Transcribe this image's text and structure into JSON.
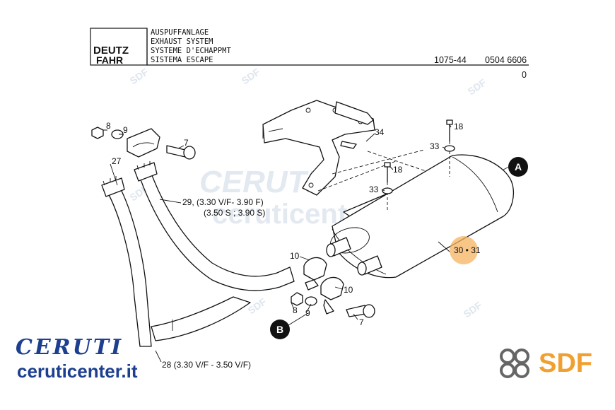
{
  "header": {
    "logo_line1": "DEUTZ",
    "logo_line2": "FAHR",
    "title_de": "AUSPUFFANLAGE",
    "title_en": "EXHAUST SYSTEM",
    "title_fr": "SYSTEME D'ECHAPPMT",
    "title_es": "SISTEMA ESCAPE",
    "page_code": "1075-44",
    "part_number": "0504 6606",
    "revision": "0"
  },
  "callouts": {
    "c8_top": "8",
    "c9_top": "9",
    "c7_top": "7",
    "c27": "27",
    "c29_line1": "29, (3.30 V/F- 3.90 F)",
    "c29_line2": "(3.50 S ; 3.90 S)",
    "c34": "34",
    "c18_right": "18",
    "c33_right": "33",
    "c18_mid": "18",
    "c33_mid": "33",
    "c30_31": "30 • 31",
    "c10_upper": "10",
    "c10_lower": "10",
    "c8_bottom": "8",
    "c9_bottom": "9",
    "c7_bottom": "7",
    "c28": "28 (3.30 V/F - 3.50 V/F)",
    "marker_a": "A",
    "marker_b": "B"
  },
  "watermark": {
    "center": "CERUTI",
    "url": "ceruticenter.it",
    "small": "SDF"
  },
  "branding": {
    "ceruti": "CERUTI",
    "url": "ceruticenter.it",
    "sdf": "SDF"
  },
  "colors": {
    "brand_blue": "#1d3f8f",
    "sdf_orange": "#f0a030",
    "highlight": "#f6b35f",
    "watermark": "#dfe6ee"
  }
}
